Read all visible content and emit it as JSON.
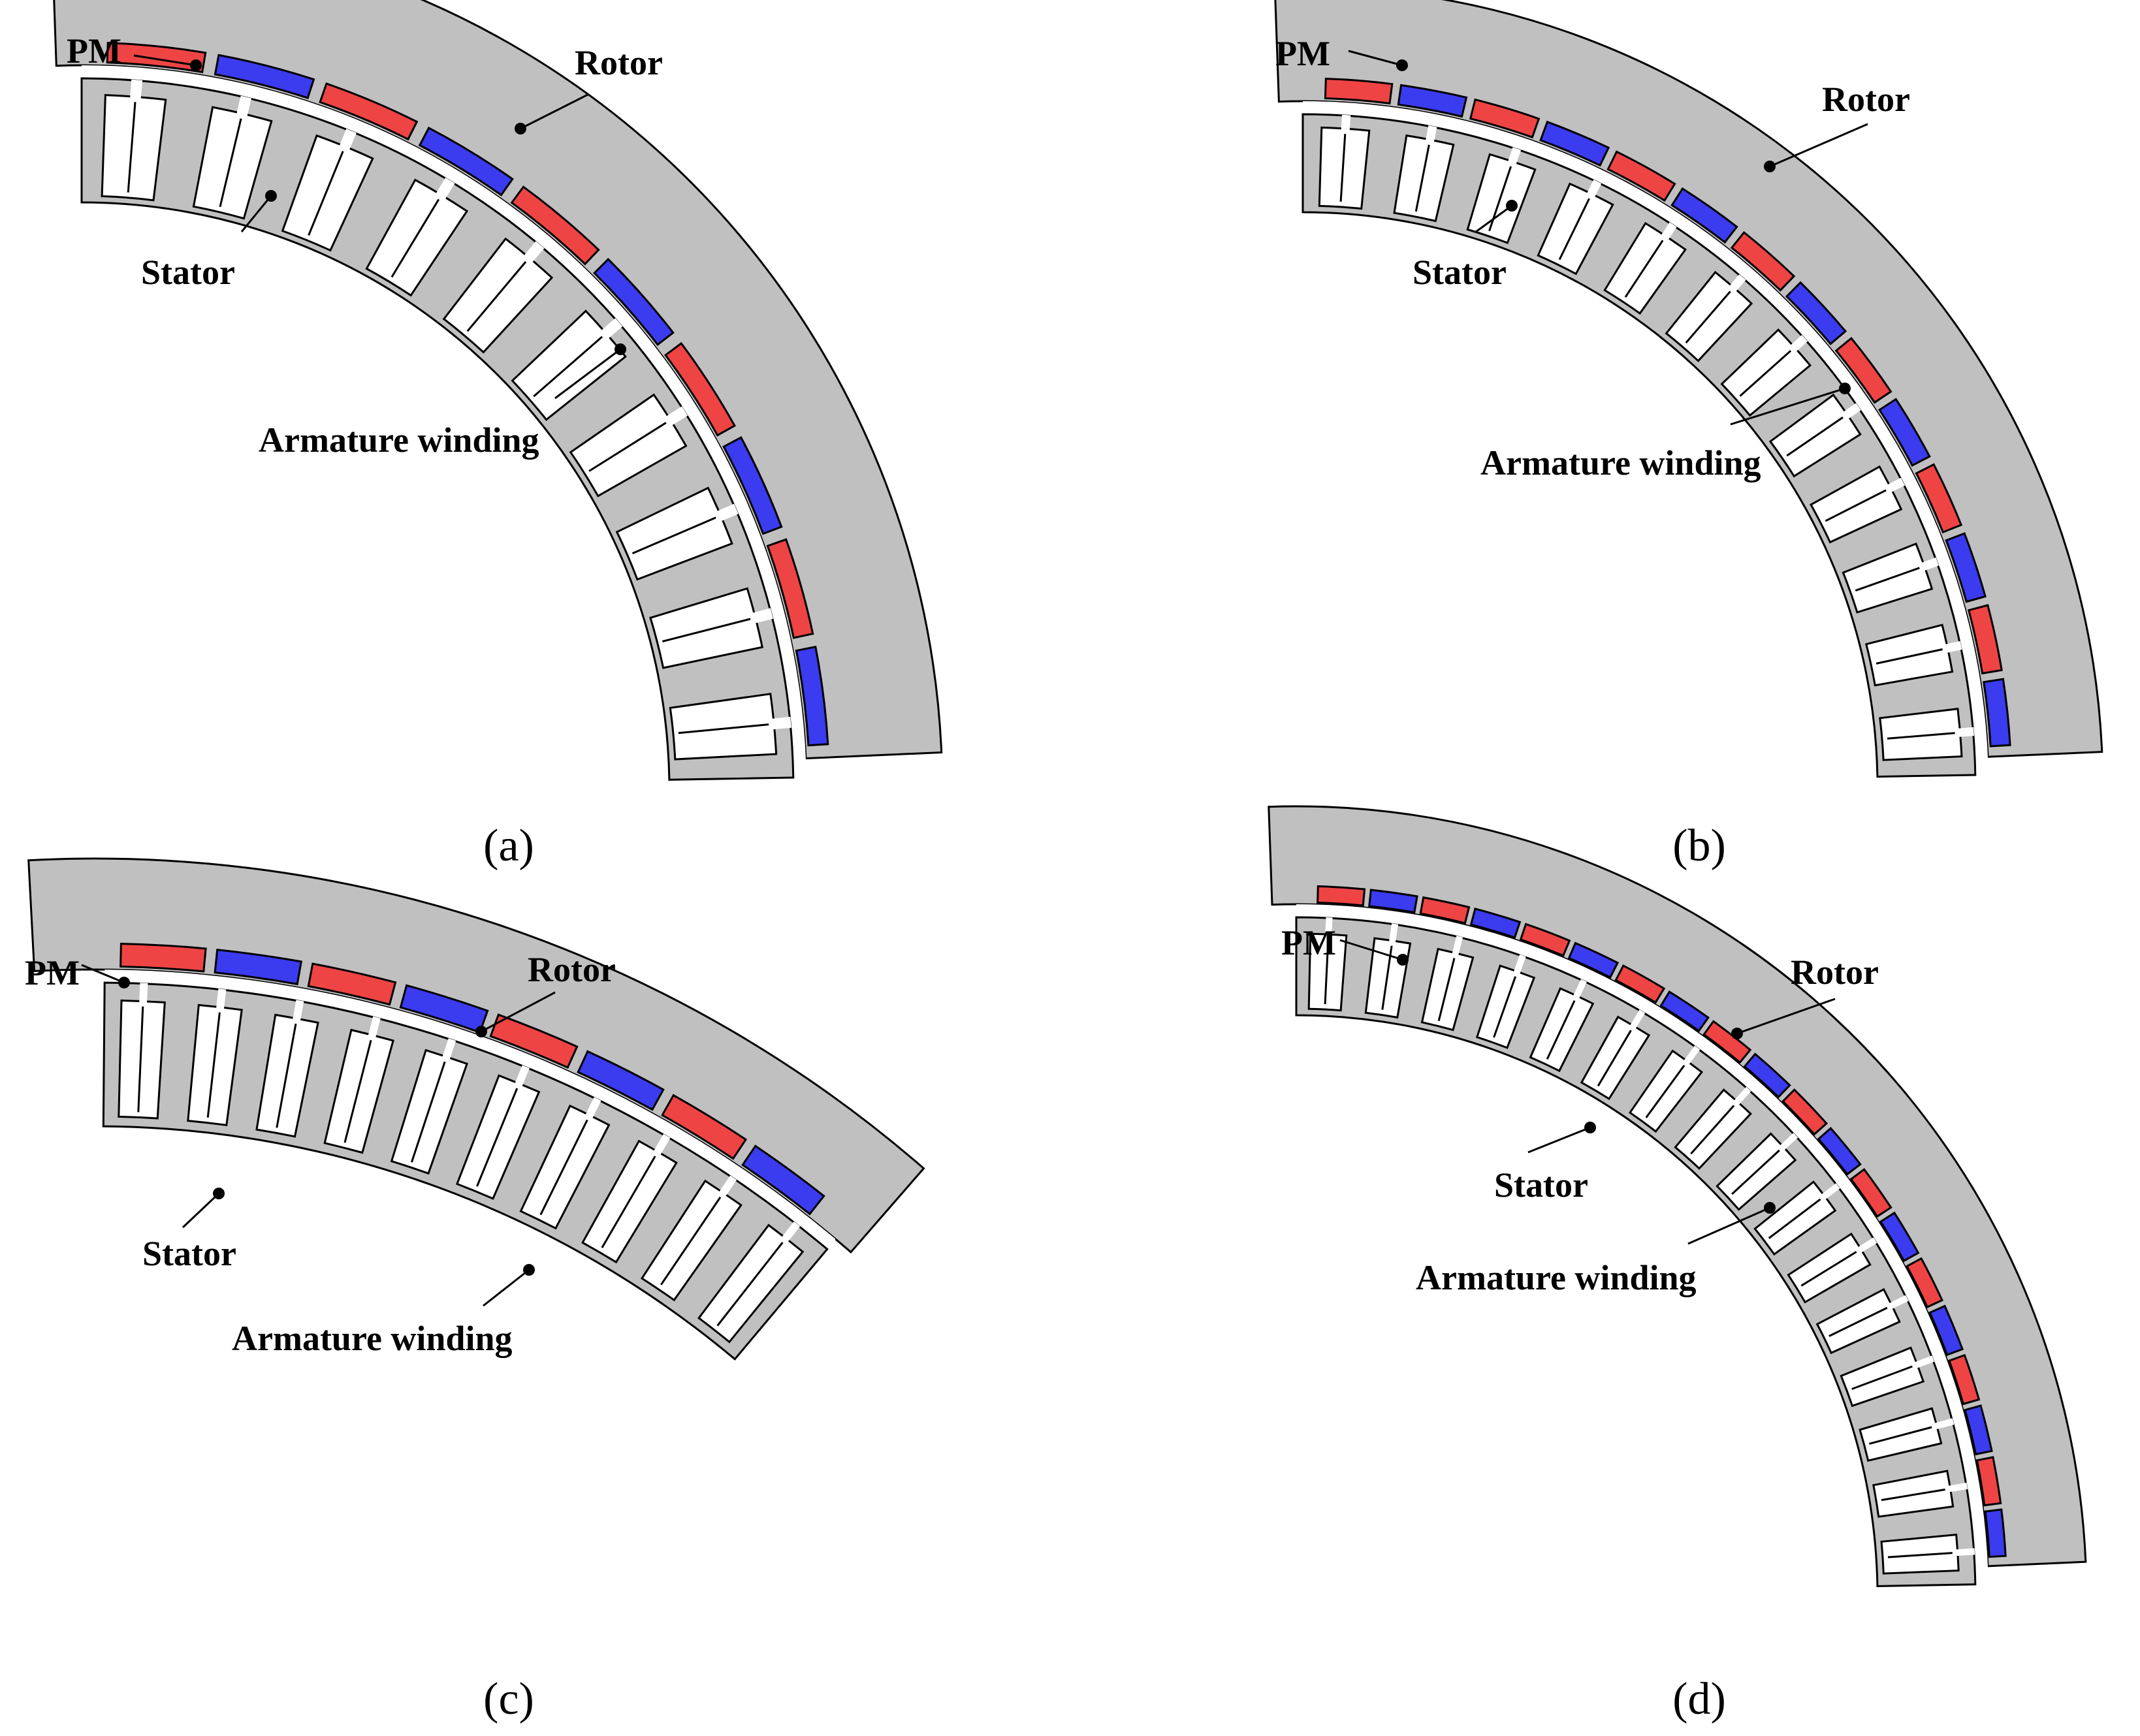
{
  "colors": {
    "background": "#ffffff",
    "iron": "#c0c0c0",
    "slot": "#ffffff",
    "pm_north": "#ef4444",
    "pm_south": "#3b3bef",
    "outline": "#000000"
  },
  "panels": [
    {
      "caption": "(a)",
      "labels": {
        "pm": "PM",
        "rotor": "Rotor",
        "stator": "Stator",
        "winding": "Armature winding"
      },
      "slots": 10,
      "magnets": 10
    },
    {
      "caption": "(b)",
      "labels": {
        "pm": "PM",
        "rotor": "Rotor",
        "stator": "Stator",
        "winding": "Armature winding"
      },
      "slots": 12,
      "magnets": 14
    },
    {
      "caption": "(c)",
      "labels": {
        "pm": "PM",
        "rotor": "Rotor",
        "stator": "Stator",
        "winding": "Armature winding"
      },
      "slots": 10,
      "magnets": 8
    },
    {
      "caption": "(d)",
      "labels": {
        "pm": "PM",
        "rotor": "Rotor",
        "stator": "Stator",
        "winding": "Armature winding"
      },
      "slots": 16,
      "magnets": 20
    }
  ]
}
